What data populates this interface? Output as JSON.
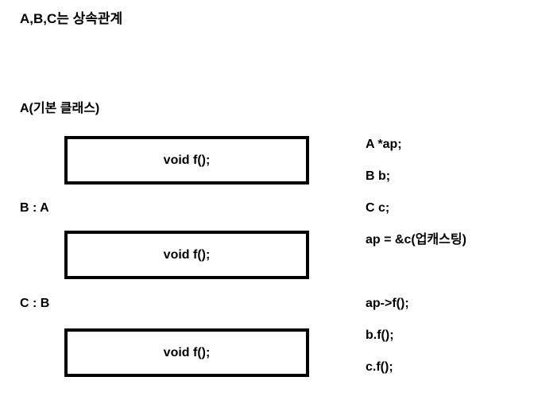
{
  "diagram": {
    "title": "A,B,C는 상속관계",
    "background_color": "#ffffff",
    "text_color": "#000000",
    "border_color": "#000000"
  },
  "classes": [
    {
      "label": "A(기본 클래스)",
      "method": "void f();"
    },
    {
      "label": "B : A",
      "method": "void f();"
    },
    {
      "label": "C : B",
      "method": "void f();"
    }
  ],
  "code": {
    "declarations": [
      "A *ap;",
      "B b;",
      "C c;",
      "ap = &c(업캐스팅)"
    ],
    "calls": [
      "ap->f();",
      "b.f();",
      "c.f();"
    ]
  }
}
